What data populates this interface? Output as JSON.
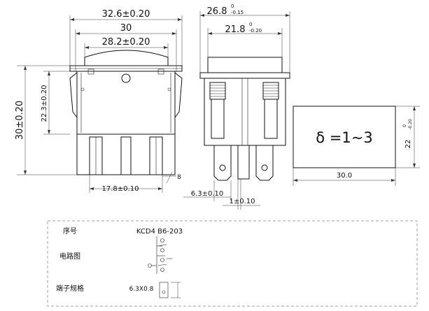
{
  "dimensions": {
    "front_overall_width": "32.6±0.20",
    "front_bezel_width": "30",
    "front_rocker_width": "28.2±0.20",
    "front_overall_height": "30±0.20",
    "front_body_height": "22.3±0.20",
    "front_terminal_pitch": "17.8±0.10",
    "front_terminal_offset": "8",
    "side_overall_width_base": "26.8",
    "side_overall_width_tol_upper": "0",
    "side_overall_width_tol_lower": "-0.15",
    "side_body_width_base": "21.8",
    "side_body_width_tol_upper": "0",
    "side_body_width_tol_lower": "-0.20",
    "side_terminal_width": "6.3±0.10",
    "side_terminal_gap": "1±0.10",
    "cutout_width": "30.0",
    "cutout_height_base": "22",
    "cutout_height_tol_upper": "0",
    "cutout_height_tol_lower": "-0.20",
    "cutout_thickness_label": "δ =1~3"
  },
  "table": {
    "row1_label": "序号",
    "row1_value": "KCD4 B6-203",
    "row2_label": "电路图",
    "row3_label": "端子规格",
    "row3_value": "6.3X0.8"
  }
}
